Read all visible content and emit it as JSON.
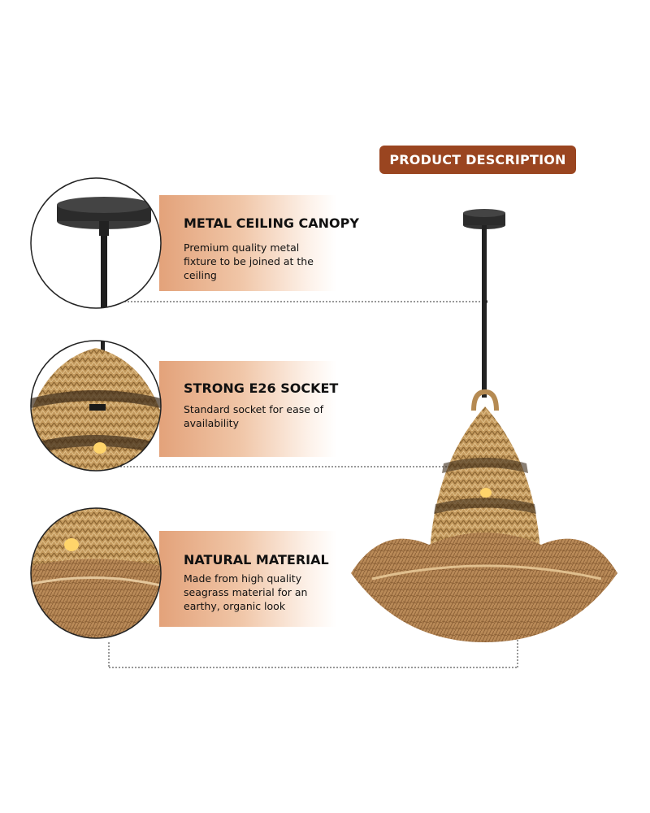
{
  "header": {
    "badge_label": "PRODUCT DESCRIPTION"
  },
  "features": [
    {
      "title": "METAL CEILING CANOPY",
      "description": "Premium quality metal fixture to be joined at the ceiling"
    },
    {
      "title": "STRONG E26 SOCKET",
      "description": "Standard socket for ease of availability"
    },
    {
      "title": "NATURAL MATERIAL",
      "description": "Made from high quality seagrass material for an earthy, organic look"
    }
  ],
  "colors": {
    "badge": "#9a4520",
    "band_start": "#e3a27a",
    "weave": "#c49a5e",
    "fixture": "#2b2b2b"
  }
}
